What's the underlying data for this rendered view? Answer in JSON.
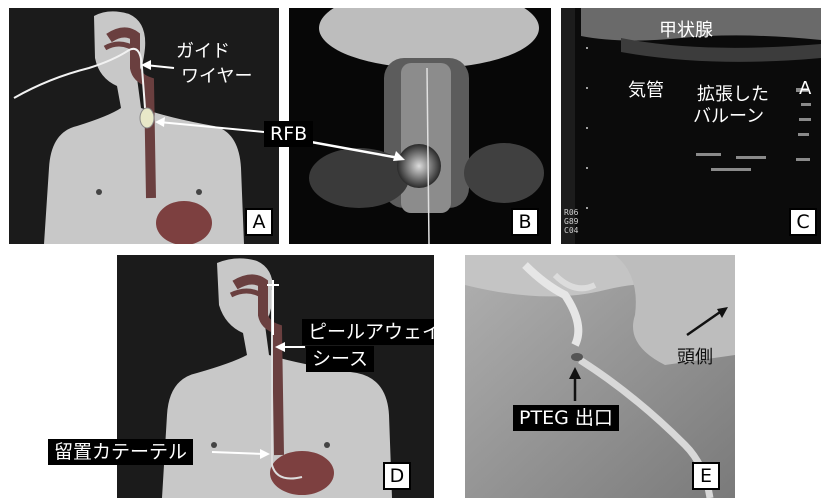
{
  "panels": {
    "a": {
      "letter": "A",
      "guidewire_line1": "ガイド",
      "guidewire_line2": "ワイヤー",
      "rfb": "RFB"
    },
    "b": {
      "letter": "B"
    },
    "c": {
      "letter": "C",
      "thyroid": "甲状腺",
      "trachea": "気管",
      "balloon_line1": "拡張した",
      "balloon_line2": "バルーン",
      "artery": "A",
      "scanner_text": "R06\nG89\nC04"
    },
    "d": {
      "letter": "D",
      "sheath_line1": "ピールアウェイ",
      "sheath_line2": "シース",
      "catheter": "留置カテーテル"
    },
    "e": {
      "letter": "E",
      "head_side": "頭側",
      "exit": "PTEG 出口"
    }
  }
}
